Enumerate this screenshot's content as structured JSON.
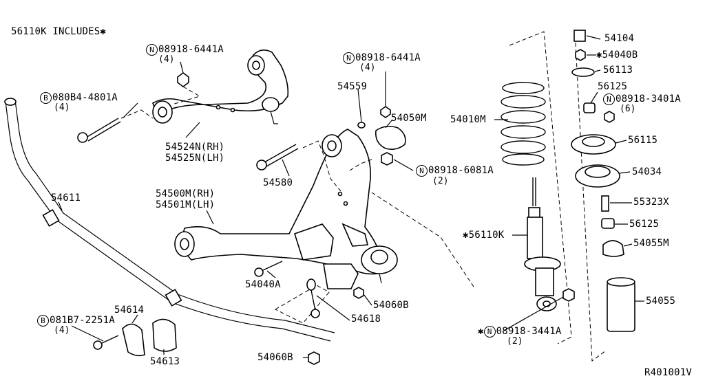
{
  "header": {
    "includes_note": "56110K INCLUDES✱"
  },
  "symbols": {
    "N": "N",
    "B": "B",
    "star": "✱"
  },
  "parts": {
    "nut_upper_arm": {
      "code": "08918-6441A",
      "qty": "(4)"
    },
    "nut_mid": {
      "code": "08918-6441A",
      "qty": "(4)"
    },
    "bolt_upper_arm": {
      "code": "080B4-4801A",
      "qty": "(4)"
    },
    "p54559": "54559",
    "p54050M": "54050M",
    "p54010M": "54010M",
    "upper_arm_rh": "54524N(RH)",
    "upper_arm_lh": "54525N(LH)",
    "p54580": "54580",
    "nut_6081": {
      "code": "08918-6081A",
      "qty": "(2)"
    },
    "p54611": "54611",
    "lower_arm_rh": "54500M(RH)",
    "lower_arm_lh": "54501M(LH)",
    "p54104": "54104",
    "p54040B": "54040B",
    "p56113": "56113",
    "p56125_top": "56125",
    "nut_3401": {
      "code": "08918-3401A",
      "qty": "(6)"
    },
    "p56115": "56115",
    "p54034": "54034",
    "p55323X": "55323X",
    "p56125_bot": "56125",
    "p54055M": "54055M",
    "p56110K": "56110K",
    "p54040A": "54040A",
    "p54060B_upper": "54060B",
    "p54614": "54614",
    "bolt_2251": {
      "code": "081B7-2251A",
      "qty": "(4)"
    },
    "p54618": "54618",
    "p54055": "54055",
    "nut_3441": {
      "code": "08918-3441A",
      "qty": "(2)"
    },
    "p54613": "54613",
    "p54060B_lower": "54060B"
  },
  "footer": {
    "ref": "R401001V"
  }
}
